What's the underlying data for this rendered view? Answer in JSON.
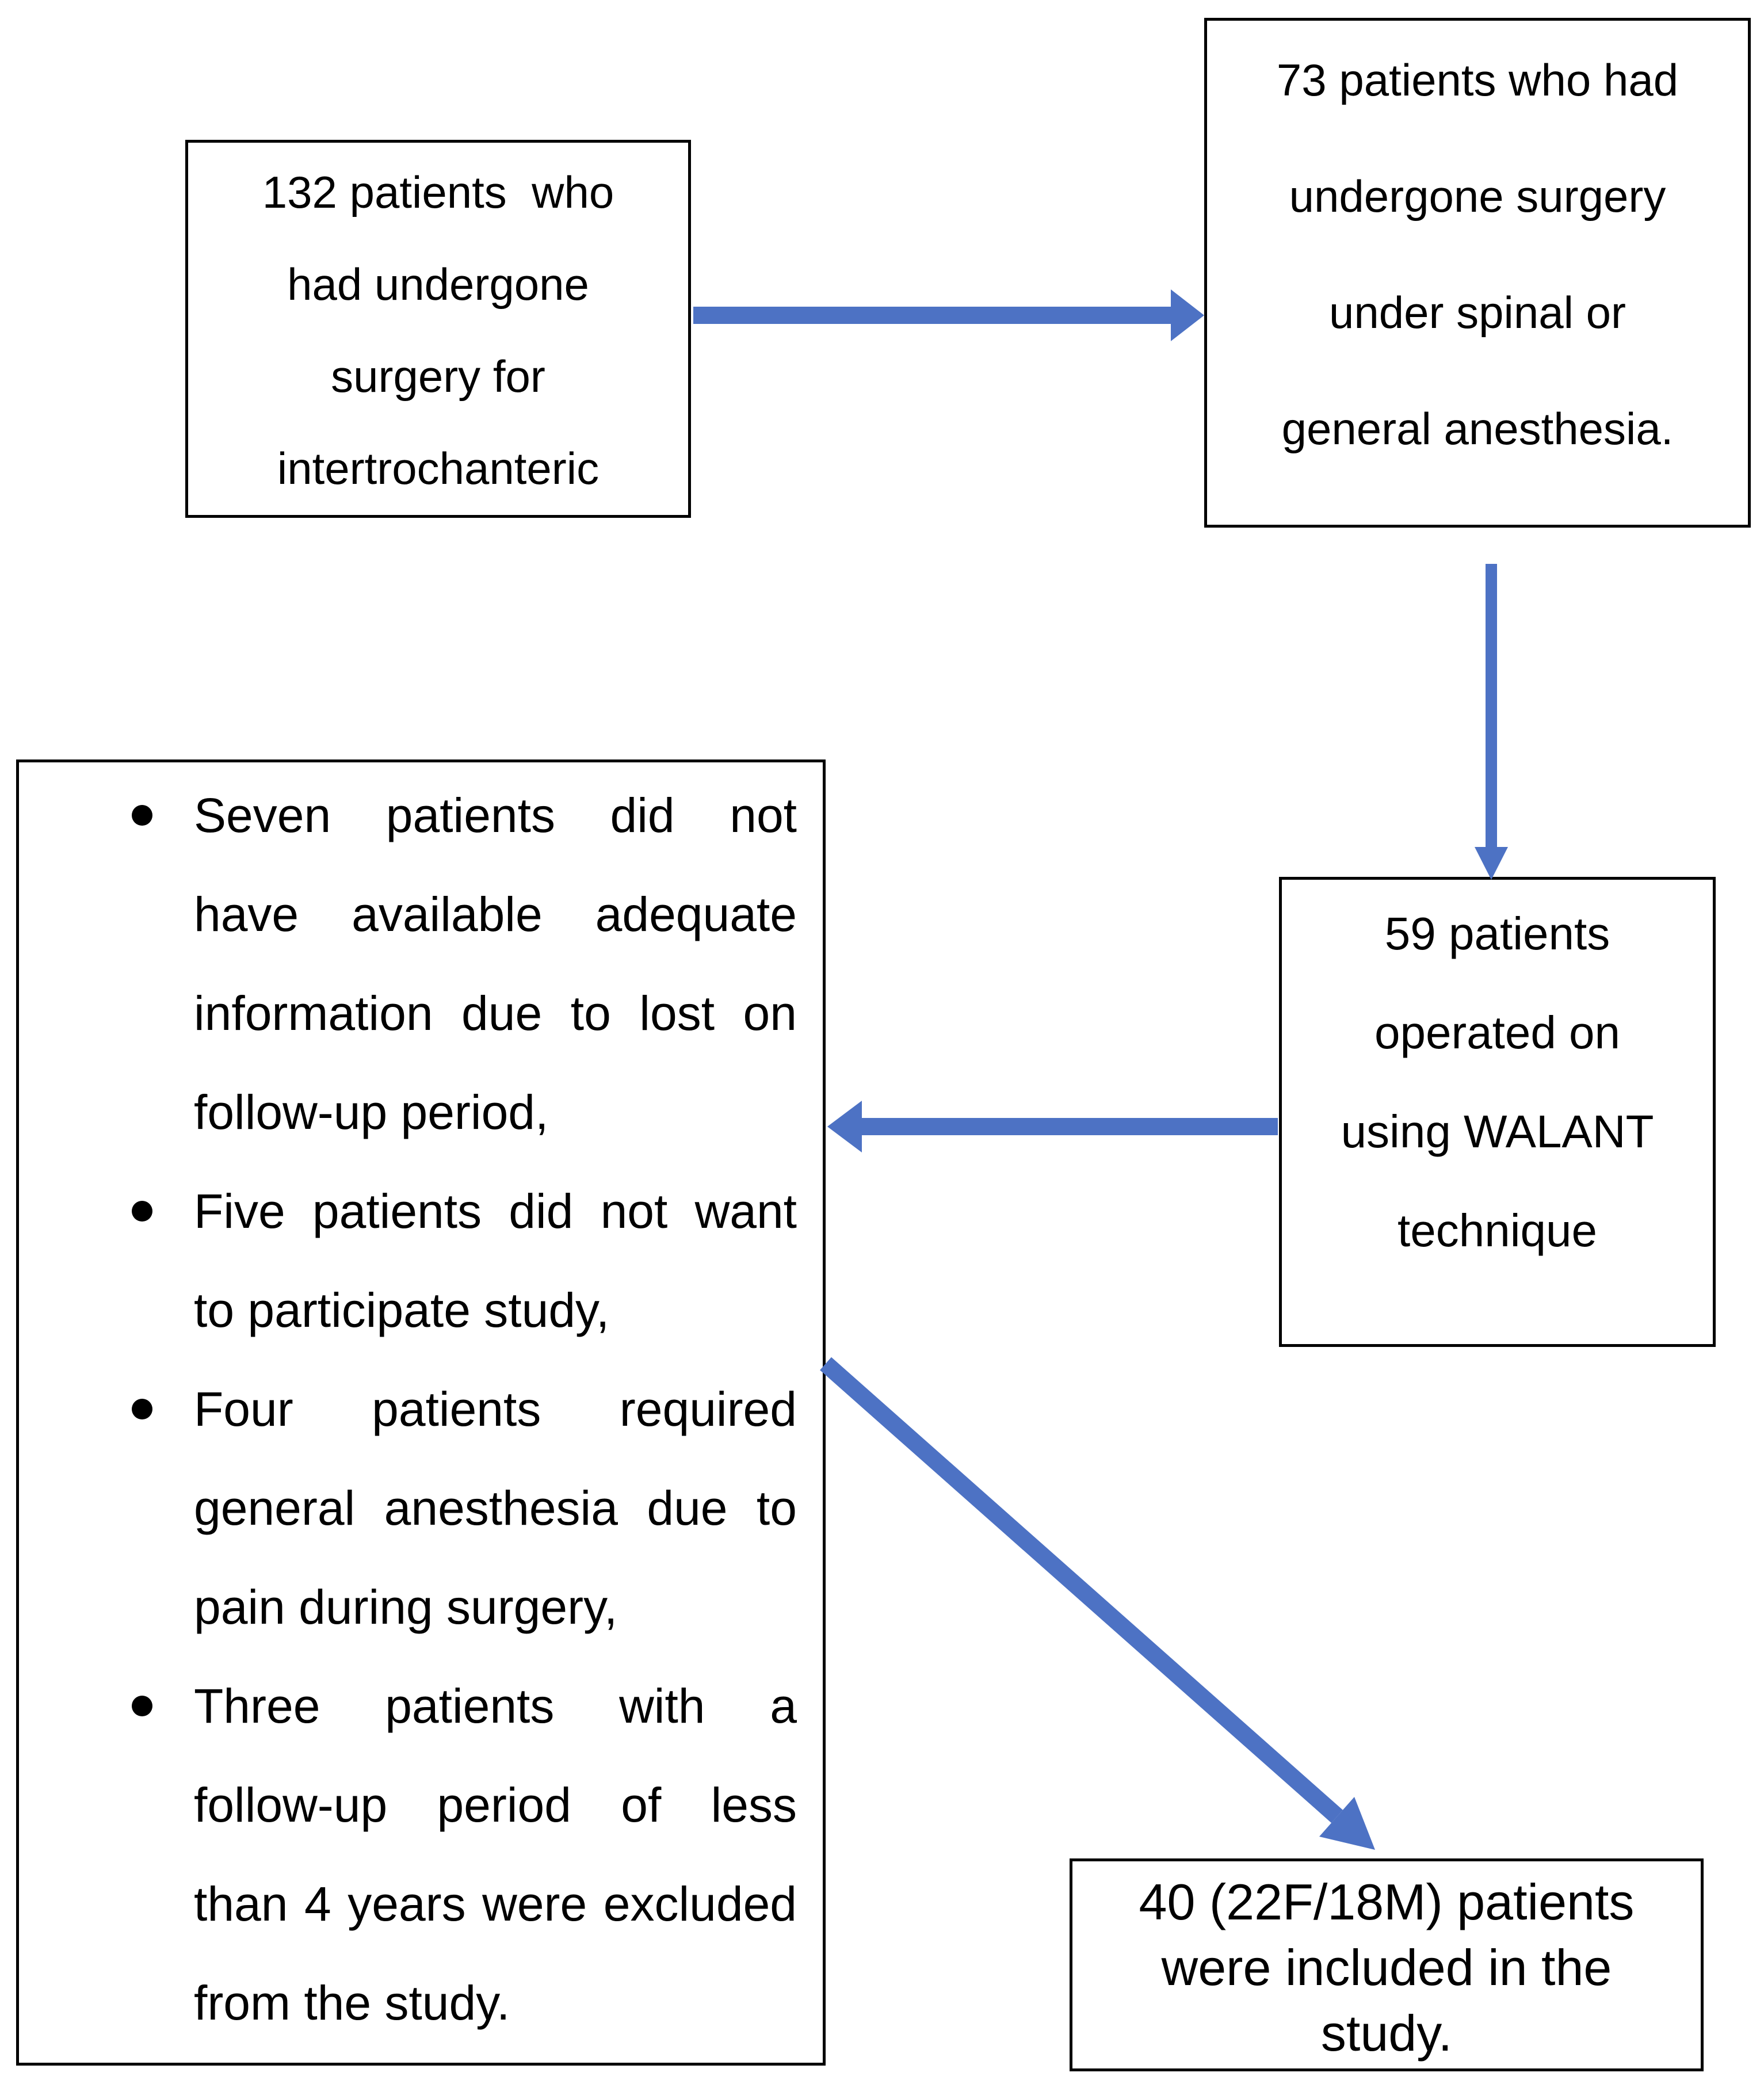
{
  "title": "Patient selection flow diagram",
  "colors": {
    "arrow": "#4d72c4",
    "border": "#000000",
    "text": "#000000",
    "background": "#ffffff"
  },
  "diagram": {
    "box_132": {
      "lines": [
        "132 patients  who",
        "had undergone",
        "surgery for",
        "intertrochanteric"
      ]
    },
    "box_73": {
      "lines": [
        "73 patients who had",
        "undergone surgery",
        "under spinal or",
        "general anesthesia."
      ]
    },
    "box_59": {
      "lines": [
        "59 patients",
        "operated on",
        "using WALANT",
        "technique"
      ]
    },
    "exclusions": {
      "bullets": [
        {
          "lines": [
            "Seven patients did not",
            "have available adequate",
            "information due to lost on",
            "follow-up period,"
          ]
        },
        {
          "lines": [
            "Five patients did not want",
            "to participate study,"
          ]
        },
        {
          "lines": [
            "Four patients required",
            "general anesthesia due to",
            "pain during surgery,"
          ]
        },
        {
          "lines": [
            "Three patients with a",
            "follow-up period of less",
            "than 4 years were excluded",
            "from the study."
          ]
        }
      ]
    },
    "box_40": {
      "lines": [
        "40 (22F/18M) patients",
        "were included in the",
        "study."
      ]
    }
  }
}
